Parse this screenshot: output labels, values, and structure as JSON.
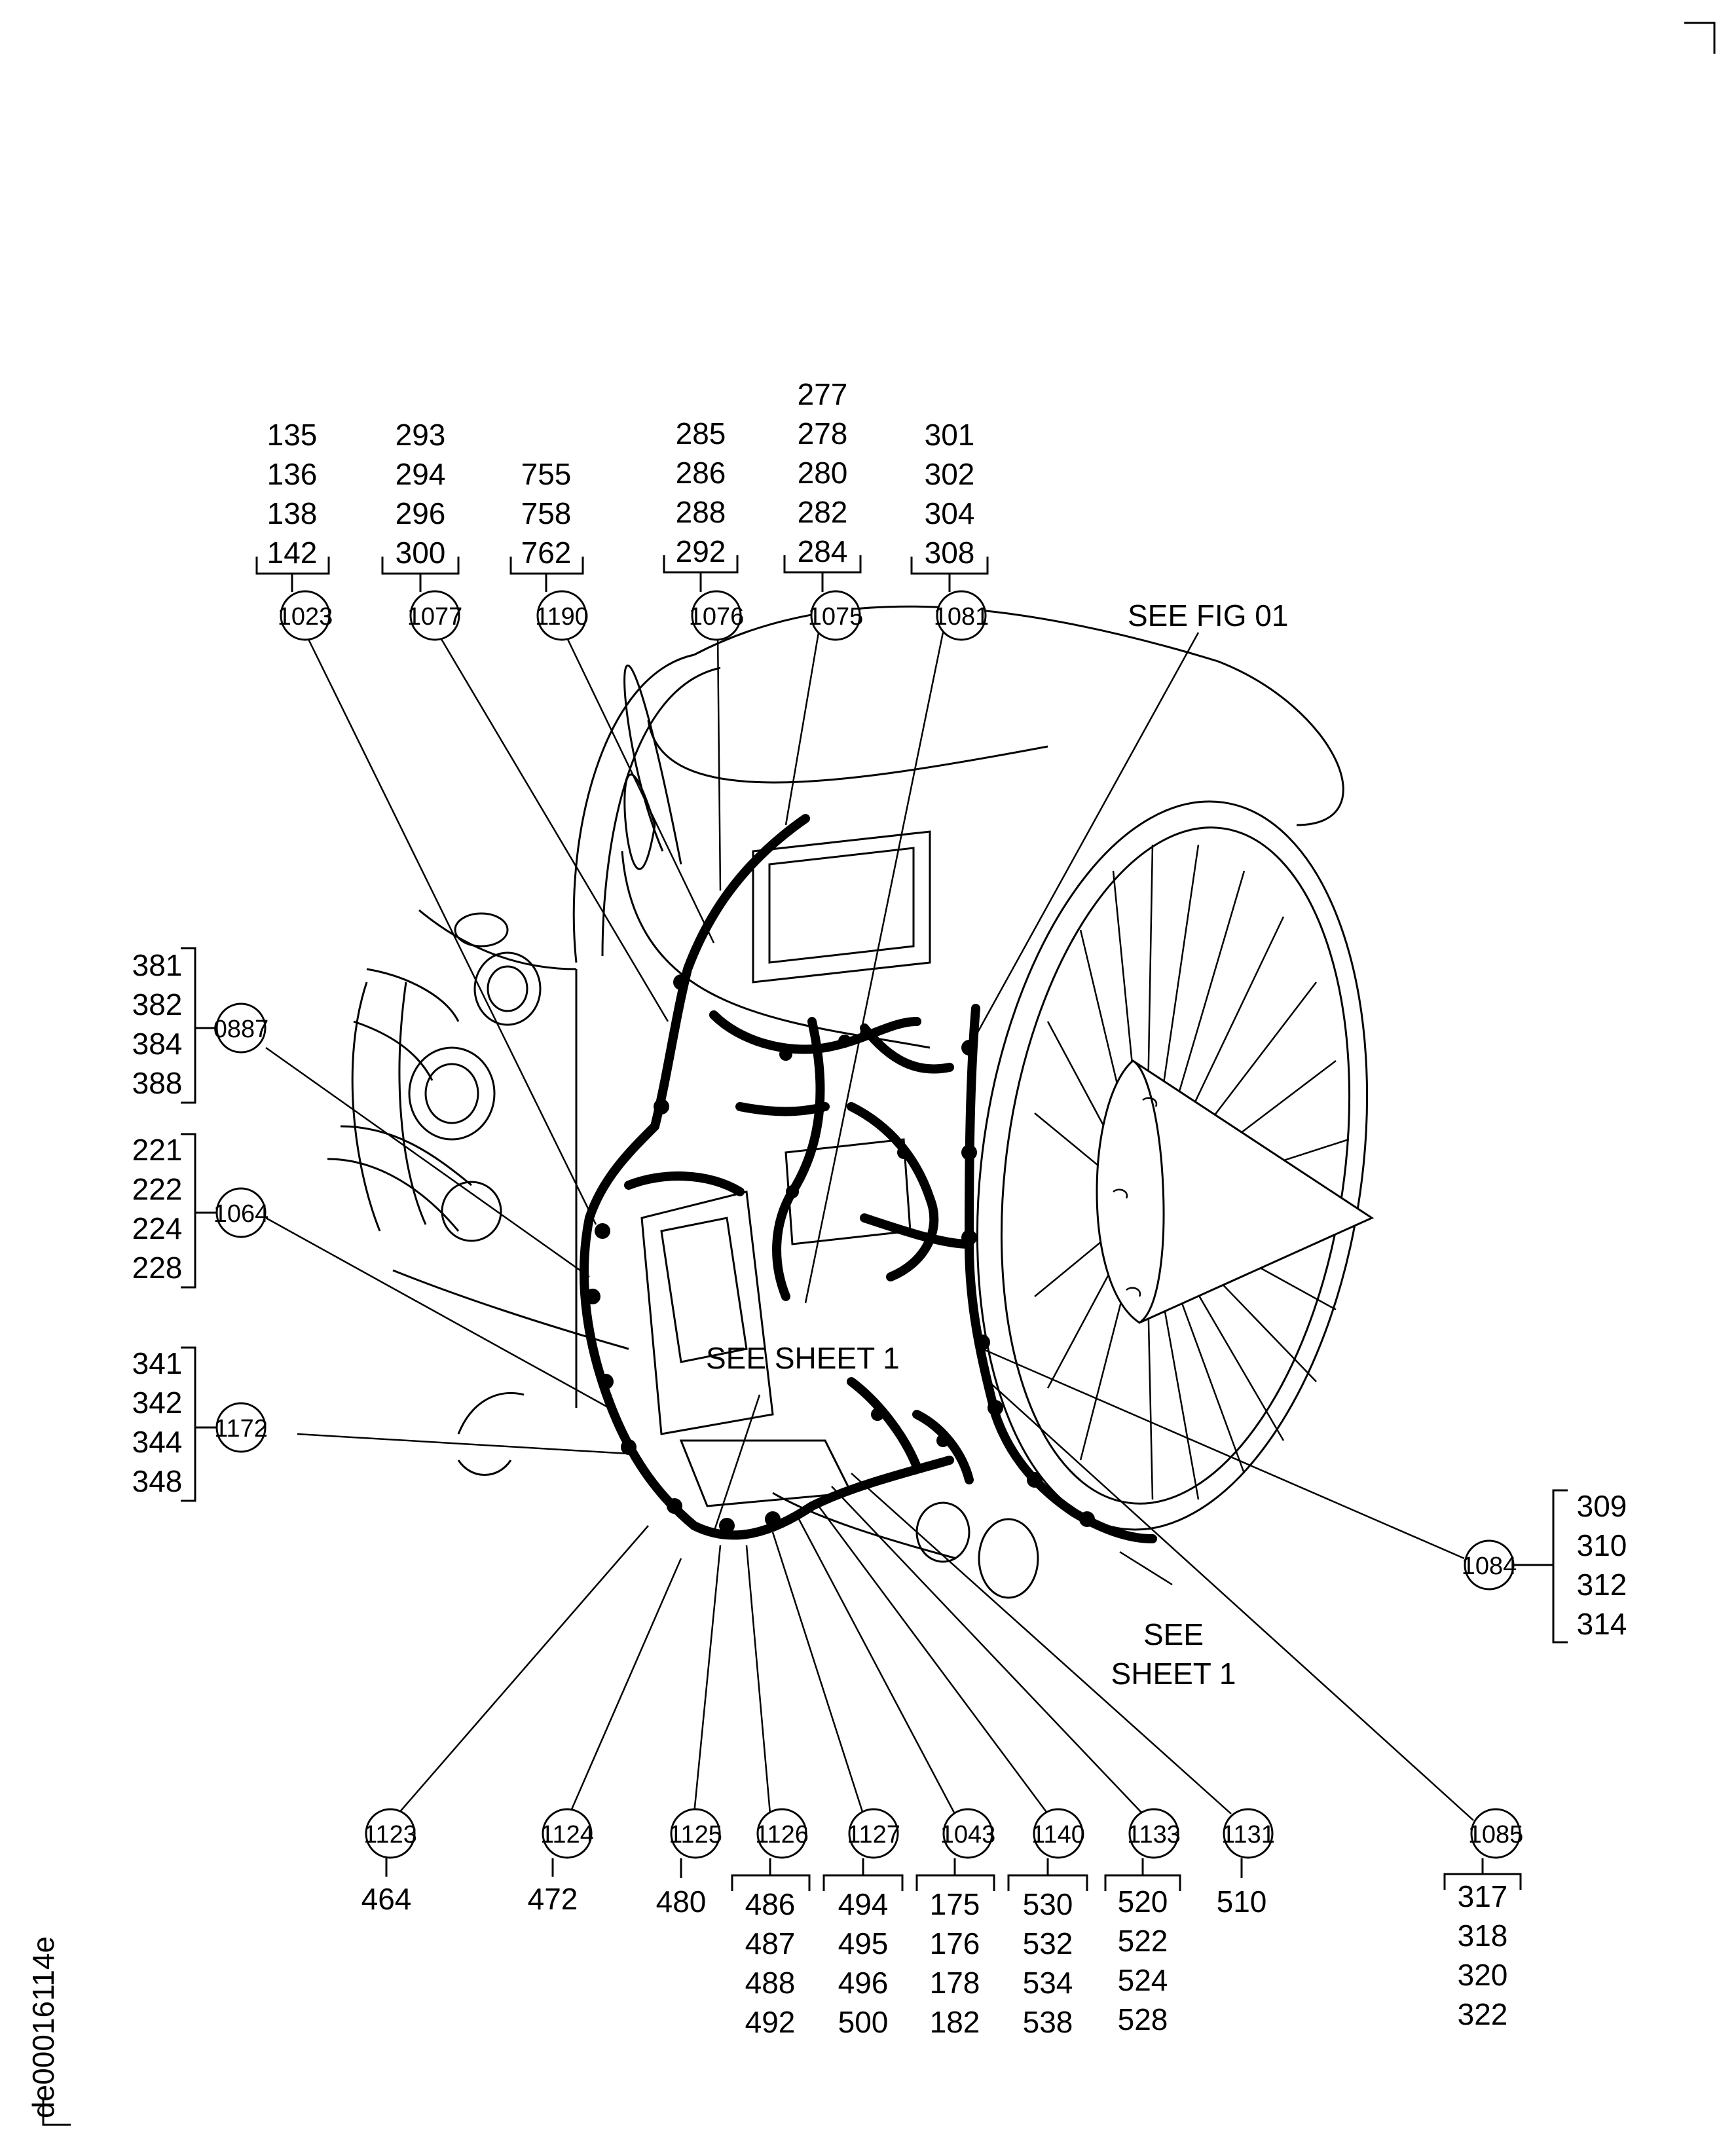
{
  "doc_id": "de00016114e",
  "notes": {
    "see_fig": "SEE FIG 01",
    "see_sheet_center": "SEE SHEET 1",
    "see_sheet_line1": "SEE",
    "see_sheet_line2": "SHEET 1"
  },
  "callouts": {
    "c1023": {
      "id": "1023",
      "items": [
        "135",
        "136",
        "138",
        "142"
      ]
    },
    "c1077": {
      "id": "1077",
      "items": [
        "293",
        "294",
        "296",
        "300"
      ]
    },
    "c1190": {
      "id": "1190",
      "items": [
        "755",
        "758",
        "762"
      ]
    },
    "c1076": {
      "id": "1076",
      "items": [
        "285",
        "286",
        "288",
        "292"
      ]
    },
    "c1075": {
      "id": "1075",
      "items": [
        "277",
        "278",
        "280",
        "282",
        "284"
      ]
    },
    "c1081": {
      "id": "1081",
      "items": [
        "301",
        "302",
        "304",
        "308"
      ]
    },
    "c0887": {
      "id": "0887",
      "items": [
        "381",
        "382",
        "384",
        "388"
      ]
    },
    "c1064": {
      "id": "1064",
      "items": [
        "221",
        "222",
        "224",
        "228"
      ]
    },
    "c1172": {
      "id": "1172",
      "items": [
        "341",
        "342",
        "344",
        "348"
      ]
    },
    "c1084": {
      "id": "1084",
      "items": [
        "309",
        "310",
        "312",
        "314"
      ]
    },
    "c1123": {
      "id": "1123",
      "items": [
        "464"
      ]
    },
    "c1124": {
      "id": "1124",
      "items": [
        "472"
      ]
    },
    "c1125": {
      "id": "1125",
      "items": [
        "480"
      ]
    },
    "c1126": {
      "id": "1126",
      "items": [
        "486",
        "487",
        "488",
        "492"
      ]
    },
    "c1127": {
      "id": "1127",
      "items": [
        "494",
        "495",
        "496",
        "500"
      ]
    },
    "c1043": {
      "id": "1043",
      "items": [
        "175",
        "176",
        "178",
        "182"
      ]
    },
    "c1140": {
      "id": "1140",
      "items": [
        "530",
        "532",
        "534",
        "538"
      ]
    },
    "c1133": {
      "id": "1133",
      "items": [
        "520",
        "522",
        "524",
        "528"
      ]
    },
    "c1131": {
      "id": "1131",
      "items": [
        "510"
      ]
    },
    "c1085": {
      "id": "1085",
      "items": [
        "317",
        "318",
        "320",
        "322"
      ]
    }
  }
}
